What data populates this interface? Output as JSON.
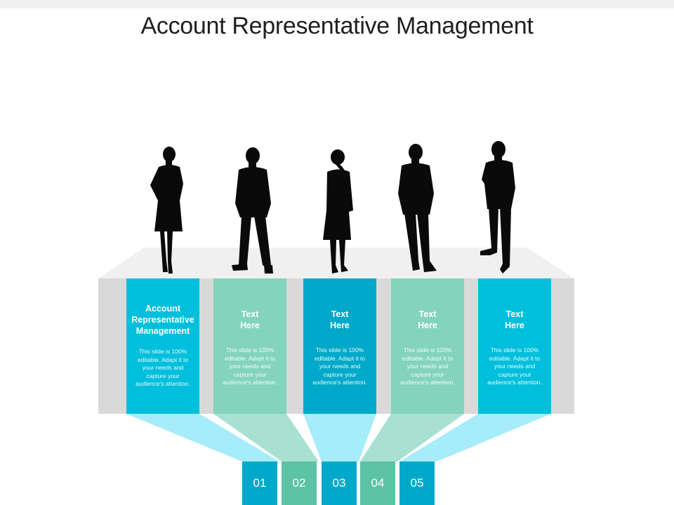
{
  "title": "Account Representative Management",
  "colors": {
    "cyan": "#00bfdc",
    "mint": "#83d3bd",
    "teal": "#00a9c9",
    "light_cyan": "#a6ecfa",
    "light_mint": "#a8e1d2",
    "gray": "#d9d9d9",
    "platform": "#f0f0f0"
  },
  "panels": [
    {
      "title": "Account Representative Management",
      "desc": "This slide is 100% editable. Adapt it to your needs and capture your audience's attention."
    },
    {
      "title": "Text\nHere",
      "desc": "This slide is 100% editable. Adapt it to your needs and capture your audience's attention."
    },
    {
      "title": "Text\nHere",
      "desc": "This slide is 100% editable. Adapt it to your needs and capture your audience's attention."
    },
    {
      "title": "Text\nHere",
      "desc": "This slide is 100% editable. Adapt it to your needs and capture your audience's attention."
    },
    {
      "title": "Text\nHere",
      "desc": "This slide is 100% editable. Adapt it to your needs and capture your audience's attention."
    }
  ],
  "numbers": [
    "01",
    "02",
    "03",
    "04",
    "05"
  ],
  "icons": [
    "businesswoman-silhouette-icon",
    "businessman-silhouette-icon",
    "businesswoman-silhouette-icon",
    "businessman-silhouette-icon",
    "businessman-silhouette-icon"
  ]
}
